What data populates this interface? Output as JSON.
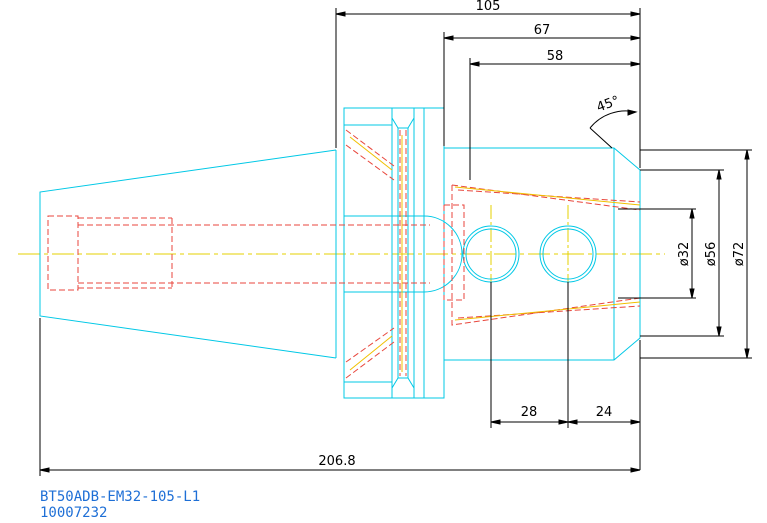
{
  "drawing": {
    "dimensions": {
      "length_105": "105",
      "length_67": "67",
      "length_58": "58",
      "angle_45": "45°",
      "dia_32": "ø32",
      "dia_56": "ø56",
      "dia_72": "ø72",
      "length_28": "28",
      "length_24": "24",
      "overall_length": "206.8"
    },
    "part_code": "BT50ADB-EM32-105-L1",
    "part_number": "10007232"
  },
  "colors": {
    "outline": "#00c8e6",
    "hidden": "#e8463c",
    "center": "#e6d200",
    "hatch": "#f0c000",
    "dimension": "#000000",
    "caption": "#1e6fd6"
  }
}
